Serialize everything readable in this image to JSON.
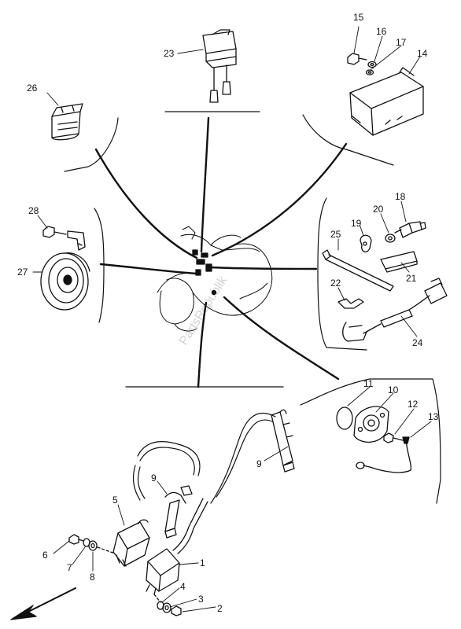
{
  "watermark": "PartsRepublik",
  "callouts": {
    "c1": "1",
    "c2": "2",
    "c3": "3",
    "c4": "4",
    "c5": "5",
    "c6": "6",
    "c7": "7",
    "c8": "8",
    "c9a": "9",
    "c9b": "9",
    "c10": "10",
    "c11": "11",
    "c12": "12",
    "c13": "13",
    "c14": "14",
    "c15": "15",
    "c16": "16",
    "c17": "17",
    "c18": "18",
    "c19": "19",
    "c20": "20",
    "c21": "21",
    "c22": "22",
    "c23": "23",
    "c24": "24",
    "c25": "25",
    "c26": "26",
    "c27": "27",
    "c28": "28"
  },
  "line_color": "#111111"
}
